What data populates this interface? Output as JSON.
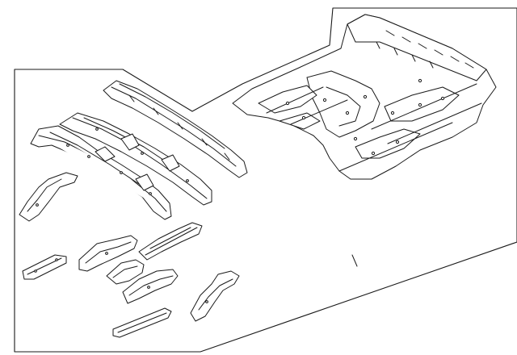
{
  "diagram": {
    "style": {
      "stroke": "#1a1a1a",
      "fill": "#ffffff",
      "background": "#ffffff"
    },
    "callouts": [],
    "parts": [
      "floor-pan",
      "left-side-rail",
      "center-rail",
      "right-side-rail",
      "front-bracket",
      "small-plate",
      "bracket-a",
      "reinforcement-rail",
      "crossmember-bracket",
      "lower-bracket",
      "rear-bracket",
      "bottom-strip"
    ]
  }
}
